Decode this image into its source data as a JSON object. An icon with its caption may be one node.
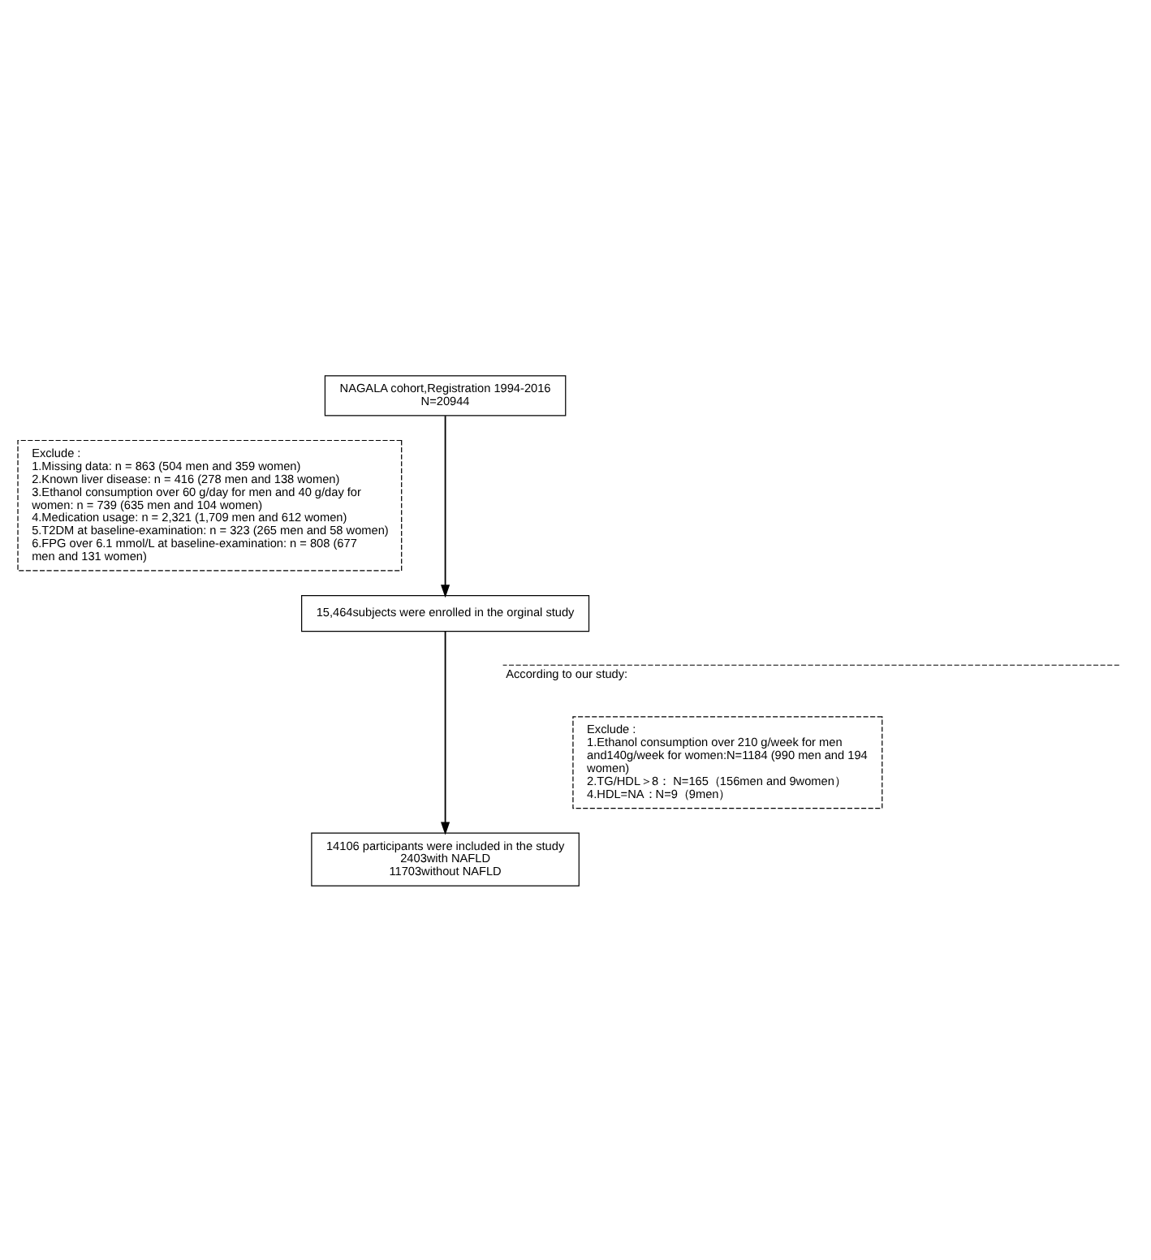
{
  "diagram": {
    "nodes": [
      {
        "text": [
          "NAGALA cohort,Registration 1994-2016",
          "N=20944"
        ]
      },
      {
        "text": [
          "Exclude :",
          "1.Missing data: n = 863 (504 men and 359 women)",
          "2.Known liver disease: n = 416 (278 men and 138 women)",
          "3.Ethanol consumption over 60 g/day for men and 40 g/day for women: n = 739 (635 men and 104 women)",
          "4.Medication usage: n = 2,321 (1,709 men and 612 women)",
          "5.T2DM at baseline-examination: n = 323 (265 men and 58 women)",
          "6.FPG over 6.1 mmol/L at baseline-examination: n = 808 (677 men and 131 women)"
        ]
      },
      {
        "text": [
          "15,464subjects were enrolled in the orginal study"
        ]
      },
      {
        "text": [
          "Exclude :",
          "1.Ethanol consumption over 210 g/week for men and140g/week for women:N=1184 (990 men and 194 women)",
          "2.TG/HDL＞8： N=165（156men and 9women）",
          "4.HDL=NA：N=9（9men）"
        ]
      },
      {
        "text": [
          "14106 participants were included in the study",
          "2403with NAFLD",
          "11703without NAFLD"
        ]
      }
    ],
    "edges": [
      {
        "from": 0,
        "to": 2,
        "arrow": "to"
      },
      {
        "from": 2,
        "to": 4,
        "arrow": "to"
      }
    ],
    "labels": [
      "According to our study:"
    ]
  }
}
